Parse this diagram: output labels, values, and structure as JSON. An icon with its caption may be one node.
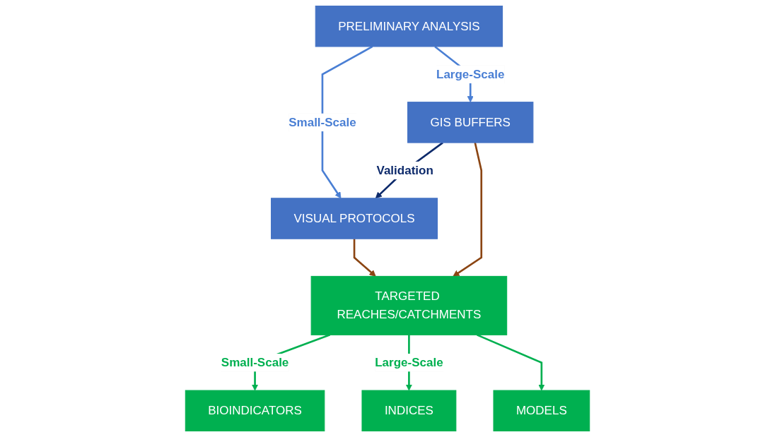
{
  "diagram": {
    "nodes": [
      {
        "text": [
          "PRELIMINARY ANALYSIS"
        ]
      },
      {
        "text": [
          "VISUAL PROTOCOLS"
        ]
      },
      {
        "text": [
          "GIS BUFFERS"
        ]
      },
      {
        "text": [
          "TARGETED REACHES/CATCHMENTS"
        ]
      },
      {
        "text": [
          "BIOINDICATORS"
        ]
      },
      {
        "text": [
          "INDICES"
        ]
      },
      {
        "text": [
          "MODELS"
        ]
      }
    ],
    "edges": [
      {
        "from": 0,
        "to": 1,
        "arrow": "to",
        "label": "Small-Scale",
        "color": "#4a7fd4"
      },
      {
        "from": 0,
        "to": 2,
        "arrow": "to",
        "label": "Large-Scale",
        "color": "#4a7fd4"
      },
      {
        "from": 2,
        "to": 1,
        "arrow": "to",
        "label": "Validation",
        "color": "#0d2a6b"
      },
      {
        "from": 1,
        "to": 3,
        "arrow": "to",
        "color": "#8b4513"
      },
      {
        "from": 2,
        "to": 3,
        "arrow": "to",
        "color": "#8b4513"
      },
      {
        "from": 3,
        "to": 4,
        "arrow": "to",
        "label": "Small-Scale",
        "color": "#00b050"
      },
      {
        "from": 3,
        "to": 5,
        "arrow": "to",
        "label": "Large-Scale",
        "color": "#00b050"
      },
      {
        "from": 3,
        "to": 6,
        "arrow": "to",
        "color": "#00b050"
      }
    ]
  }
}
